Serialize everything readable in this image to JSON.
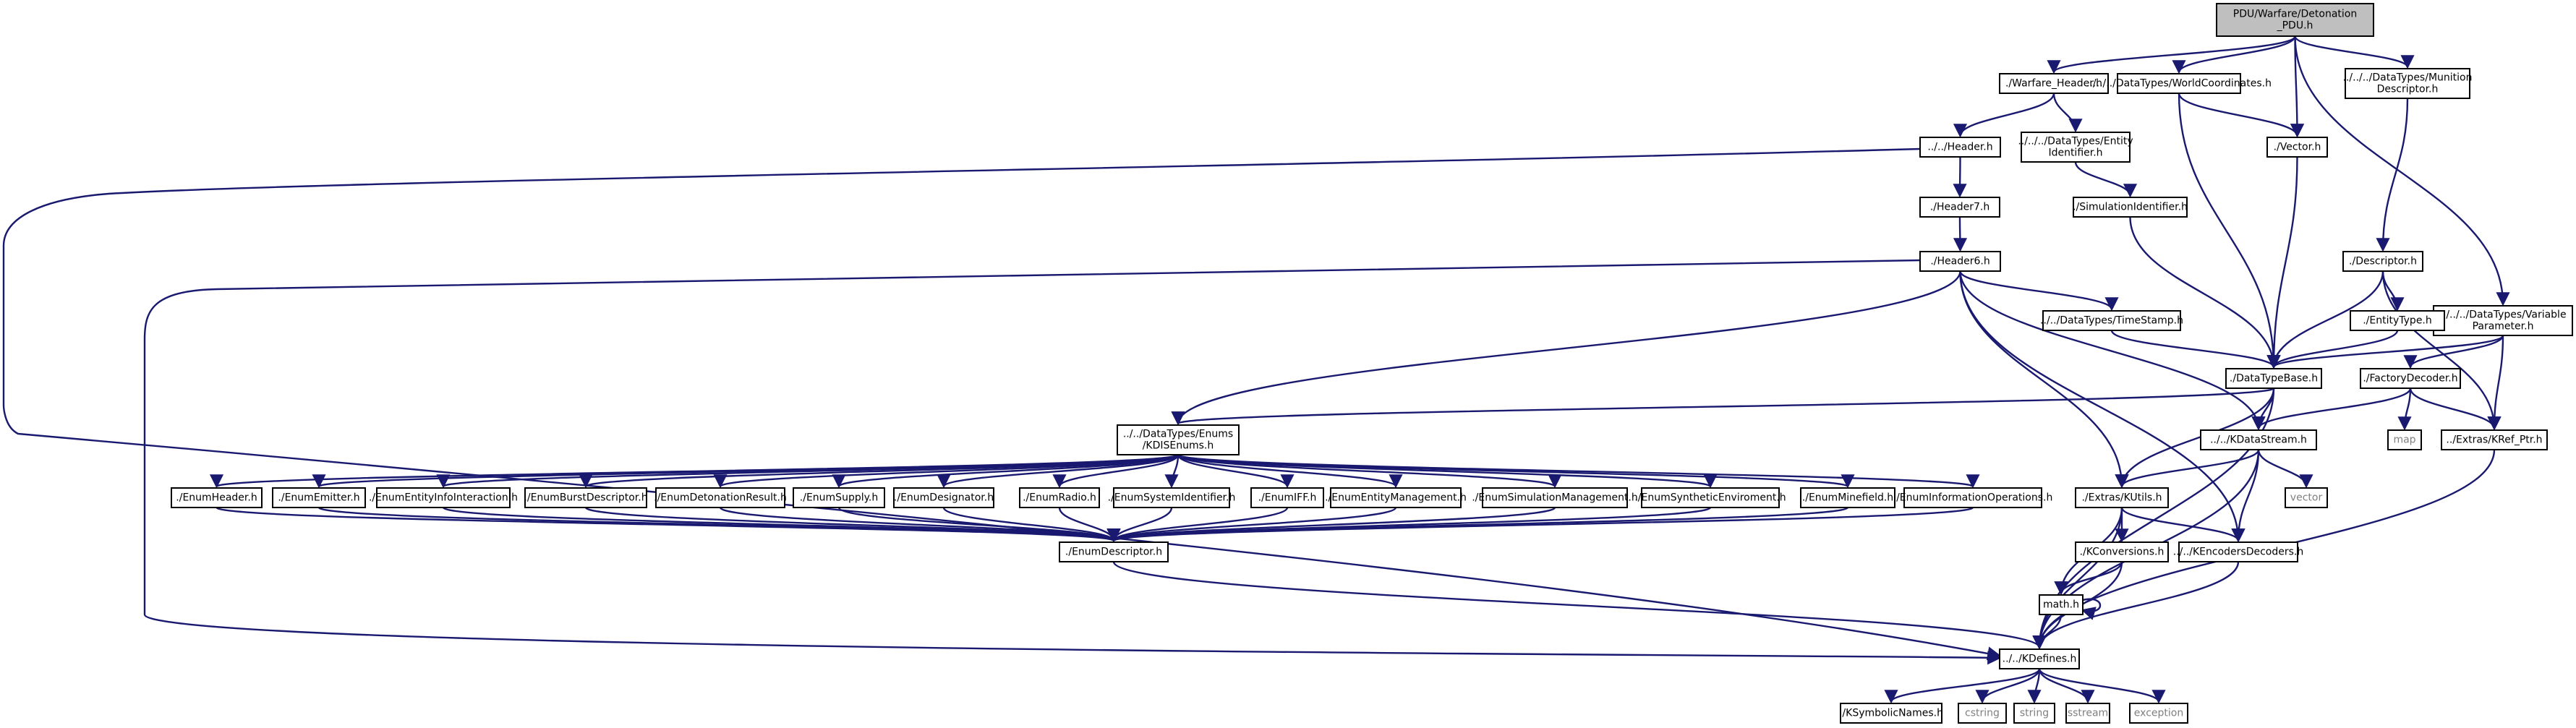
{
  "colors": {
    "edge": "#191970",
    "box_border": "#000000",
    "root_fill": "#bfbfbf",
    "external_border": "#bfbfbf",
    "external_text": "#7f7f7f",
    "background": "#ffffff"
  },
  "nodes": [
    {
      "id": "root",
      "lines": [
        "PDU/Warfare/Detonation",
        "_PDU.h"
      ],
      "kind": "root"
    },
    {
      "id": "warfare_hdr",
      "lines": [
        "./Warfare_Header.h"
      ],
      "kind": "file"
    },
    {
      "id": "worldcoord",
      "lines": [
        "../../../DataTypes/WorldCoordinates.h"
      ],
      "kind": "file"
    },
    {
      "id": "munition",
      "lines": [
        "../../../DataTypes/Munition",
        "Descriptor.h"
      ],
      "kind": "file"
    },
    {
      "id": "header_h",
      "lines": [
        "../../Header.h"
      ],
      "kind": "file"
    },
    {
      "id": "entity_id",
      "lines": [
        "../../../DataTypes/Entity",
        "Identifier.h"
      ],
      "kind": "file"
    },
    {
      "id": "vector_h",
      "lines": [
        "./Vector.h"
      ],
      "kind": "file"
    },
    {
      "id": "header7",
      "lines": [
        "./Header7.h"
      ],
      "kind": "file"
    },
    {
      "id": "sim_id",
      "lines": [
        "./SimulationIdentifier.h"
      ],
      "kind": "file"
    },
    {
      "id": "descriptor",
      "lines": [
        "./Descriptor.h"
      ],
      "kind": "file"
    },
    {
      "id": "header6",
      "lines": [
        "./Header6.h"
      ],
      "kind": "file"
    },
    {
      "id": "varparam",
      "lines": [
        "../../../DataTypes/Variable",
        "Parameter.h"
      ],
      "kind": "file"
    },
    {
      "id": "timestamp",
      "lines": [
        "../../DataTypes/TimeStamp.h"
      ],
      "kind": "file"
    },
    {
      "id": "entitytype",
      "lines": [
        "./EntityType.h"
      ],
      "kind": "file"
    },
    {
      "id": "dtbase",
      "lines": [
        "./DataTypeBase.h"
      ],
      "kind": "file"
    },
    {
      "id": "factory",
      "lines": [
        "./FactoryDecoder.h"
      ],
      "kind": "file"
    },
    {
      "id": "kdisenums",
      "lines": [
        "../../DataTypes/Enums",
        "/KDISEnums.h"
      ],
      "kind": "file"
    },
    {
      "id": "kdatastream",
      "lines": [
        "../../KDataStream.h"
      ],
      "kind": "file"
    },
    {
      "id": "map",
      "lines": [
        "map"
      ],
      "kind": "external"
    },
    {
      "id": "krefptr",
      "lines": [
        "../Extras/KRef_Ptr.h"
      ],
      "kind": "file"
    },
    {
      "id": "e_header",
      "lines": [
        "./EnumHeader.h"
      ],
      "kind": "file"
    },
    {
      "id": "e_emitter",
      "lines": [
        "./EnumEmitter.h"
      ],
      "kind": "file"
    },
    {
      "id": "e_entinfo",
      "lines": [
        "./EnumEntityInfoInteraction.h"
      ],
      "kind": "file"
    },
    {
      "id": "e_burst",
      "lines": [
        "./EnumBurstDescriptor.h"
      ],
      "kind": "file"
    },
    {
      "id": "e_deton",
      "lines": [
        "./EnumDetonationResult.h"
      ],
      "kind": "file"
    },
    {
      "id": "e_supply",
      "lines": [
        "./EnumSupply.h"
      ],
      "kind": "file"
    },
    {
      "id": "e_desig",
      "lines": [
        "./EnumDesignator.h"
      ],
      "kind": "file"
    },
    {
      "id": "e_radio",
      "lines": [
        "./EnumRadio.h"
      ],
      "kind": "file"
    },
    {
      "id": "e_sysid",
      "lines": [
        "./EnumSystemIdentifier.h"
      ],
      "kind": "file"
    },
    {
      "id": "e_iff",
      "lines": [
        "./EnumIFF.h"
      ],
      "kind": "file"
    },
    {
      "id": "e_entmgmt",
      "lines": [
        "./EnumEntityManagement.h"
      ],
      "kind": "file"
    },
    {
      "id": "e_simmgmt",
      "lines": [
        "./EnumSimulationManagement.h"
      ],
      "kind": "file"
    },
    {
      "id": "e_synth",
      "lines": [
        "./EnumSyntheticEnviroment.h"
      ],
      "kind": "file"
    },
    {
      "id": "e_mine",
      "lines": [
        "./EnumMinefield.h"
      ],
      "kind": "file"
    },
    {
      "id": "e_infoops",
      "lines": [
        "./EnumInformationOperations.h"
      ],
      "kind": "file"
    },
    {
      "id": "kutils",
      "lines": [
        "./Extras/KUtils.h"
      ],
      "kind": "file"
    },
    {
      "id": "vector_ext",
      "lines": [
        "vector"
      ],
      "kind": "external"
    },
    {
      "id": "enumdesc",
      "lines": [
        "./EnumDescriptor.h"
      ],
      "kind": "file"
    },
    {
      "id": "kconv",
      "lines": [
        "./KConversions.h"
      ],
      "kind": "file"
    },
    {
      "id": "encdec",
      "lines": [
        "../../KEncodersDecoders.h"
      ],
      "kind": "file"
    },
    {
      "id": "math_h",
      "lines": [
        "math.h"
      ],
      "kind": "file"
    },
    {
      "id": "kdefines",
      "lines": [
        "../../KDefines.h"
      ],
      "kind": "file"
    },
    {
      "id": "ksymbolic",
      "lines": [
        "./KSymbolicNames.h"
      ],
      "kind": "file"
    },
    {
      "id": "cstring",
      "lines": [
        "cstring"
      ],
      "kind": "external"
    },
    {
      "id": "string",
      "lines": [
        "string"
      ],
      "kind": "external"
    },
    {
      "id": "sstream",
      "lines": [
        "sstream"
      ],
      "kind": "external"
    },
    {
      "id": "exception",
      "lines": [
        "exception"
      ],
      "kind": "external"
    }
  ],
  "edges": [
    [
      "root",
      "warfare_hdr"
    ],
    [
      "root",
      "worldcoord"
    ],
    [
      "root",
      "vector_h"
    ],
    [
      "root",
      "munition"
    ],
    [
      "root",
      "varparam"
    ],
    [
      "warfare_hdr",
      "header_h"
    ],
    [
      "warfare_hdr",
      "entity_id"
    ],
    [
      "worldcoord",
      "vector_h"
    ],
    [
      "worldcoord",
      "dtbase"
    ],
    [
      "munition",
      "descriptor"
    ],
    [
      "header_h",
      "header7"
    ],
    [
      "header_h",
      "kdefines"
    ],
    [
      "entity_id",
      "sim_id"
    ],
    [
      "vector_h",
      "dtbase"
    ],
    [
      "header7",
      "header6"
    ],
    [
      "sim_id",
      "dtbase"
    ],
    [
      "descriptor",
      "entitytype"
    ],
    [
      "descriptor",
      "dtbase"
    ],
    [
      "descriptor",
      "krefptr"
    ],
    [
      "header6",
      "kdisenums"
    ],
    [
      "header6",
      "timestamp"
    ],
    [
      "header6",
      "kdatastream"
    ],
    [
      "header6",
      "kutils"
    ],
    [
      "header6",
      "encdec"
    ],
    [
      "header6",
      "kdefines"
    ],
    [
      "varparam",
      "dtbase"
    ],
    [
      "varparam",
      "factory"
    ],
    [
      "varparam",
      "krefptr"
    ],
    [
      "timestamp",
      "dtbase"
    ],
    [
      "entitytype",
      "dtbase"
    ],
    [
      "dtbase",
      "kdisenums"
    ],
    [
      "dtbase",
      "kdatastream"
    ],
    [
      "dtbase",
      "kutils"
    ],
    [
      "dtbase",
      "kdefines"
    ],
    [
      "factory",
      "kdatastream"
    ],
    [
      "factory",
      "map"
    ],
    [
      "factory",
      "krefptr"
    ],
    [
      "kdisenums",
      "e_header"
    ],
    [
      "kdisenums",
      "e_emitter"
    ],
    [
      "kdisenums",
      "e_entinfo"
    ],
    [
      "kdisenums",
      "e_burst"
    ],
    [
      "kdisenums",
      "e_deton"
    ],
    [
      "kdisenums",
      "e_supply"
    ],
    [
      "kdisenums",
      "e_desig"
    ],
    [
      "kdisenums",
      "e_radio"
    ],
    [
      "kdisenums",
      "e_sysid"
    ],
    [
      "kdisenums",
      "e_iff"
    ],
    [
      "kdisenums",
      "e_entmgmt"
    ],
    [
      "kdisenums",
      "e_simmgmt"
    ],
    [
      "kdisenums",
      "e_synth"
    ],
    [
      "kdisenums",
      "e_mine"
    ],
    [
      "kdisenums",
      "e_infoops"
    ],
    [
      "kdatastream",
      "kutils"
    ],
    [
      "kdatastream",
      "vector_ext"
    ],
    [
      "kdatastream",
      "encdec"
    ],
    [
      "kdatastream",
      "kdefines"
    ],
    [
      "krefptr",
      "kdefines"
    ],
    [
      "e_header",
      "enumdesc"
    ],
    [
      "e_emitter",
      "enumdesc"
    ],
    [
      "e_entinfo",
      "enumdesc"
    ],
    [
      "e_burst",
      "enumdesc"
    ],
    [
      "e_deton",
      "enumdesc"
    ],
    [
      "e_supply",
      "enumdesc"
    ],
    [
      "e_desig",
      "enumdesc"
    ],
    [
      "e_radio",
      "enumdesc"
    ],
    [
      "e_sysid",
      "enumdesc"
    ],
    [
      "e_iff",
      "enumdesc"
    ],
    [
      "e_entmgmt",
      "enumdesc"
    ],
    [
      "e_simmgmt",
      "enumdesc"
    ],
    [
      "e_synth",
      "enumdesc"
    ],
    [
      "e_mine",
      "enumdesc"
    ],
    [
      "e_infoops",
      "enumdesc"
    ],
    [
      "kutils",
      "kconv"
    ],
    [
      "kutils",
      "encdec"
    ],
    [
      "kutils",
      "math_h"
    ],
    [
      "kutils",
      "kdefines"
    ],
    [
      "enumdesc",
      "kdefines"
    ],
    [
      "kconv",
      "math_h"
    ],
    [
      "kconv",
      "kdefines"
    ],
    [
      "encdec",
      "kdefines"
    ],
    [
      "math_h",
      "math_h"
    ],
    [
      "math_h",
      "kdefines"
    ],
    [
      "kdefines",
      "ksymbolic"
    ],
    [
      "kdefines",
      "cstring"
    ],
    [
      "kdefines",
      "string"
    ],
    [
      "kdefines",
      "sstream"
    ],
    [
      "kdefines",
      "exception"
    ]
  ]
}
